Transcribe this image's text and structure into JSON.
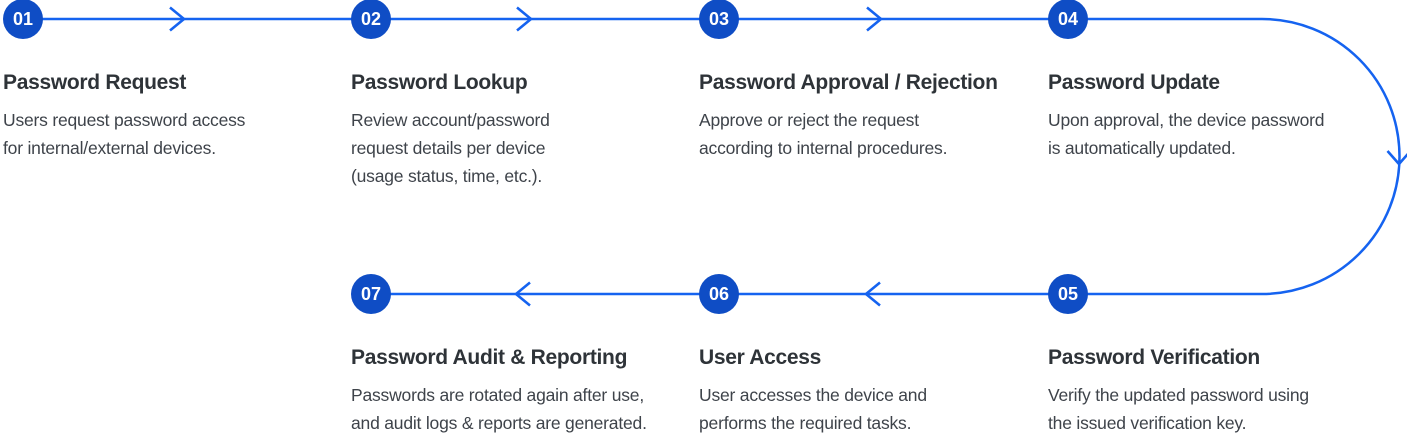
{
  "colors": {
    "node-blue": "#0F4DC5",
    "line-blue": "#1563F0",
    "title-color": "#2E3338",
    "body-color": "#3E434A"
  },
  "flow": {
    "steps": [
      {
        "number": "01",
        "title": "Password Request",
        "description": "Users request password access\nfor internal/external devices."
      },
      {
        "number": "02",
        "title": "Password Lookup",
        "description": "Review account/password\nrequest details per device\n(usage status, time, etc.)."
      },
      {
        "number": "03",
        "title": "Password Approval / Rejection",
        "description": "Approve or reject the request\naccording to internal procedures."
      },
      {
        "number": "04",
        "title": "Password Update",
        "description": "Upon approval, the device password\nis automatically updated."
      },
      {
        "number": "05",
        "title": "Password Verification",
        "description": "Verify the updated password using\nthe issued verification key."
      },
      {
        "number": "06",
        "title": "User Access",
        "description": "User accesses the device and\nperforms the required tasks."
      },
      {
        "number": "07",
        "title": "Password Audit & Reporting",
        "description": "Passwords are rotated again after use,\nand audit logs & reports are generated."
      }
    ]
  }
}
